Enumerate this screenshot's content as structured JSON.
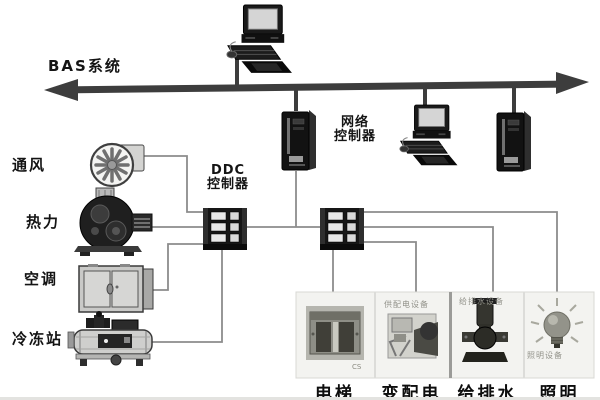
{
  "bus": {
    "label": "BAS系统"
  },
  "controllers": {
    "network": {
      "line1": "网络",
      "line2": "控制器"
    },
    "ddc": {
      "line1": "DDC",
      "line2": "控制器"
    }
  },
  "zones": [
    {
      "label": "通风"
    },
    {
      "label": "热力"
    },
    {
      "label": "空调"
    },
    {
      "label": "冷冻站"
    }
  ],
  "subsystems": [
    {
      "label": "电梯",
      "watermark": "CS"
    },
    {
      "label": "变配电",
      "caption": "供配电设备"
    },
    {
      "label": "给排水",
      "caption": "给排水设备"
    },
    {
      "label": "照明",
      "caption": "照明设备"
    }
  ],
  "icons": {
    "operator_computer": "desktop-computer",
    "workstation_computer": "desktop-computer",
    "network_controller_tower": "tower-controller",
    "ddc_module": "io-controller-module",
    "ventilation": "centrifugal-fan",
    "heating": "boiler-pump",
    "air_conditioning": "ahu-cabinet",
    "chiller_station": "chiller-unit",
    "elevator": "elevator-doors-photo",
    "power": "switchgear-photo",
    "water": "vertical-pump-photo",
    "lighting": "light-bulb-photo"
  },
  "colors": {
    "bus": "#3d3d3d",
    "wire": "#8c8c8c",
    "label": "#141414",
    "photo_bg": "#f3f3f0",
    "caption": "#92928a"
  }
}
